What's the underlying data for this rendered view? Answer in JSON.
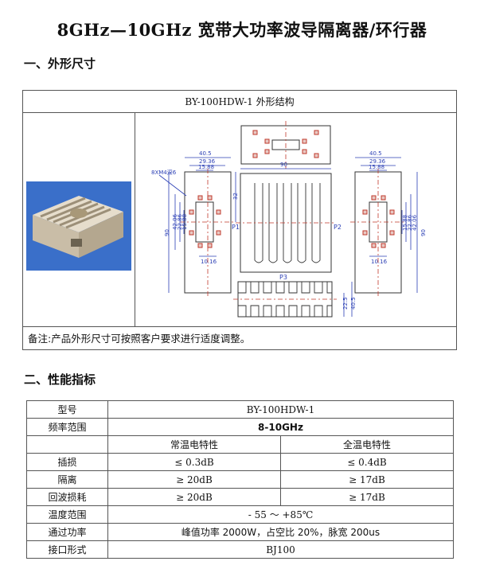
{
  "doc": {
    "title": "8GHz—10GHz 宽带大功率波导隔离器/环行器",
    "section1": "一、外形尺寸",
    "section2": "二、性能指标"
  },
  "drawing": {
    "caption": "BY-100HDW-1 外形结构",
    "note": "备注:产品外形尺寸可按照客户要求进行适度调整。",
    "left_view": {
      "thread": "8XM4深6",
      "w_outer": "40.5",
      "w_mid": "29.36",
      "w_inner": "15.88",
      "h_outer": "90",
      "h_a": "42.06",
      "h_b": "22.86",
      "h_c": "15.88",
      "h_side": "32",
      "w_bottom": "10.16",
      "port": "P1"
    },
    "center_view": {
      "width": "90",
      "port": "P2"
    },
    "right_view": {
      "w_outer": "40.5",
      "w_mid": "29.36",
      "w_inner": "15.88",
      "h_outer": "90",
      "h_a": "42.06",
      "h_b": "22.86",
      "h_c": "15.88",
      "w_bottom": "10.16"
    },
    "bottom_view": {
      "port": "P3",
      "h_small": "22.5",
      "h_large": "40.5"
    }
  },
  "spec": {
    "model_label": "型号",
    "model_value": "BY-100HDW-1",
    "freq_label": "频率范围",
    "freq_value": "8-10GHz",
    "normal_temp": "常温电特性",
    "full_temp": "全温电特性",
    "loss_label": "插损",
    "loss_normal": "≤ 0.3dB",
    "loss_full": "≤ 0.4dB",
    "iso_label": "隔离",
    "iso_normal": "≥ 20dB",
    "iso_full": "≥ 17dB",
    "rl_label": "回波损耗",
    "rl_normal": "≥ 20dB",
    "rl_full": "≥ 17dB",
    "temp_label": "温度范围",
    "temp_value": "- 55 ～ +85℃",
    "power_label": "通过功率",
    "power_value": "峰值功率 2000W，占空比 20%，脉宽 200us",
    "port_label": "接口形式",
    "port_value": "BJ100"
  },
  "colors": {
    "dimension": "#2b3fb5",
    "center_line": "#c0392b",
    "outline": "#333333"
  }
}
